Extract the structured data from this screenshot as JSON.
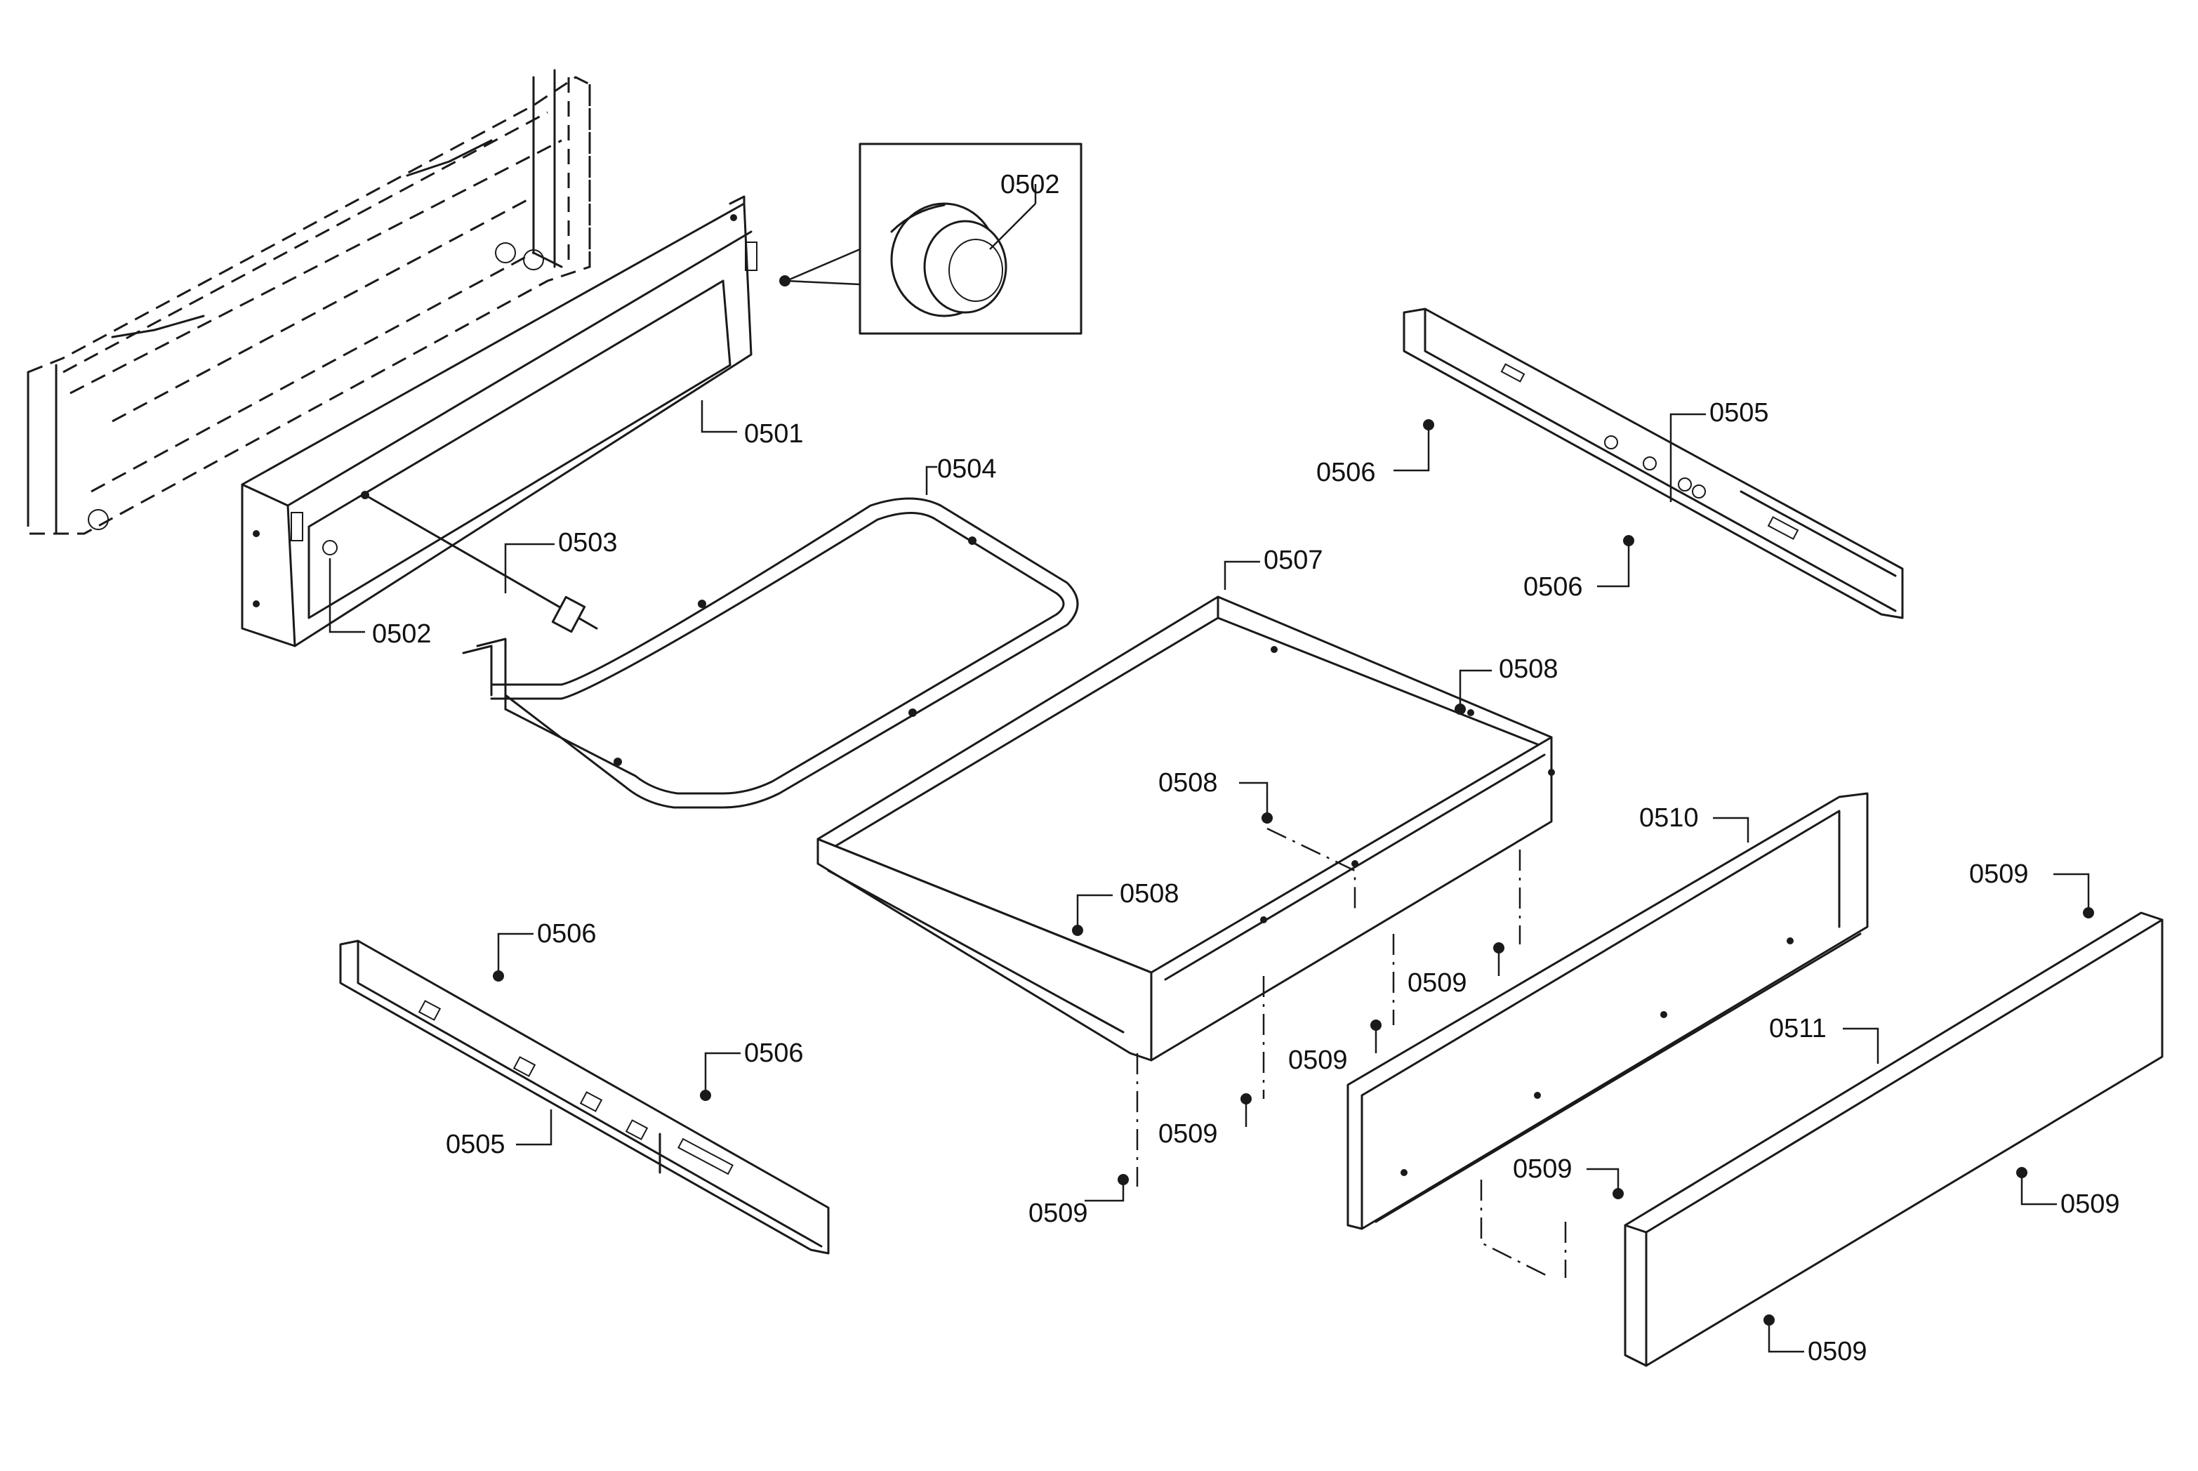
{
  "diagram": {
    "labels": [
      {
        "id": "l1",
        "text": "0502"
      },
      {
        "id": "l2",
        "text": "0501"
      },
      {
        "id": "l3",
        "text": "0504"
      },
      {
        "id": "l4",
        "text": "0503"
      },
      {
        "id": "l5",
        "text": "0502"
      },
      {
        "id": "l6",
        "text": "0507"
      },
      {
        "id": "l7",
        "text": "0505"
      },
      {
        "id": "l8",
        "text": "0506"
      },
      {
        "id": "l9",
        "text": "0506"
      },
      {
        "id": "l10",
        "text": "0508"
      },
      {
        "id": "l11",
        "text": "0508"
      },
      {
        "id": "l12",
        "text": "0508"
      },
      {
        "id": "l13",
        "text": "0510"
      },
      {
        "id": "l14",
        "text": "0509"
      },
      {
        "id": "l15",
        "text": "0511"
      },
      {
        "id": "l16",
        "text": "0509"
      },
      {
        "id": "l17",
        "text": "0509"
      },
      {
        "id": "l18",
        "text": "0509"
      },
      {
        "id": "l19",
        "text": "0509"
      },
      {
        "id": "l20",
        "text": "0509"
      },
      {
        "id": "l21",
        "text": "0509"
      },
      {
        "id": "l22",
        "text": "0509"
      },
      {
        "id": "l23",
        "text": "0506"
      },
      {
        "id": "l24",
        "text": "0506"
      },
      {
        "id": "l25",
        "text": "0505"
      }
    ]
  }
}
